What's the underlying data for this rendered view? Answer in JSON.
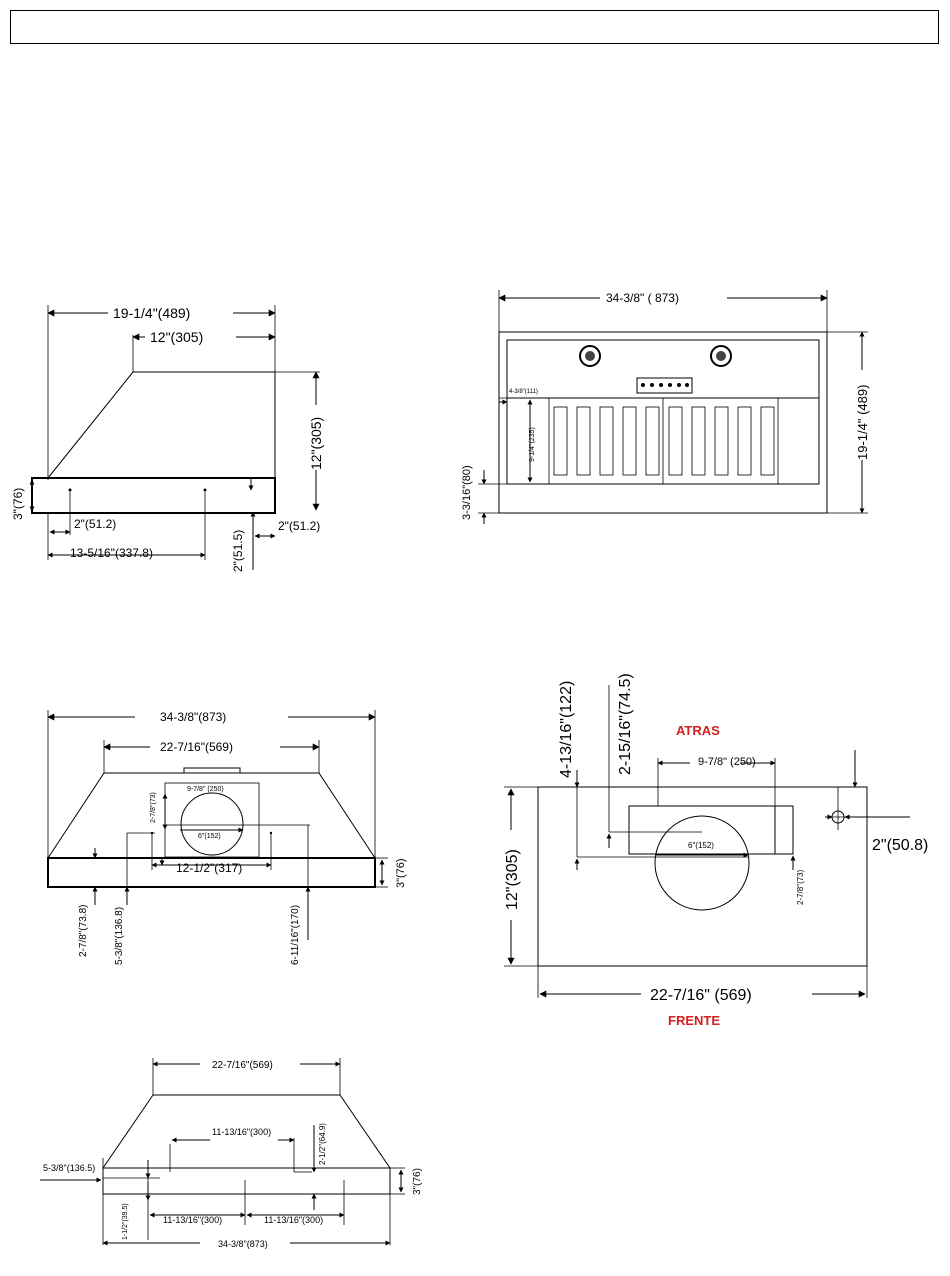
{
  "side_view": {
    "overall_depth": "19-1/4\"(489)",
    "top_depth": "12\"(305)",
    "height": "12\"(305)",
    "band_height": "3\"(76)",
    "front_offset": "2\"(51.2)",
    "rear_offset": "2\"(51.2)",
    "rear_down": "2\"(51.5)",
    "hole_span": "13-5/16\"(337.8)"
  },
  "front_view": {
    "overall_width": "34-3/8\" ( 873)",
    "overall_height": "19-1/4\" (489)",
    "inset": "4-3/8\"(111)",
    "filter_height": "9-1/4\"(235)",
    "bottom_gap": "3-3/16\"(80)"
  },
  "top_view": {
    "overall_width": "34-3/8\"(873)",
    "top_width": "22-7/16\"(569)",
    "duct_width": "9-7/8\" (250)",
    "duct_offset": "2-7/8\"(73)",
    "duct_diameter": "6\"(152)",
    "hole_span": "12-1/2\"(317)",
    "band_height": "3\"(76)",
    "left_offset": "2-7/8\"(73.8)",
    "left_hole": "5-3/8\"(136.8)",
    "right_hole": "6-11/16\"(170)"
  },
  "plan_view": {
    "label_back": "ATRAS",
    "label_front": "FRENTE",
    "dim_a": "4-13/16\"(122)",
    "dim_b": "2-15/16\"(74.5)",
    "duct_width": "9-7/8\" (250)",
    "duct_diameter": "6\"(152)",
    "duct_offset": "2-7/8\"(73)",
    "side_offset": "2\"(50.8)",
    "depth": "12\"(305)",
    "width": "22-7/16\" (569)"
  },
  "bottom_view": {
    "top_width": "22-7/16\"(569)",
    "mid_span": "11-13/16\"(300)",
    "small_offset": "2-1/2\"(64.9)",
    "left_offset": "5-3/8\"(136.5)",
    "band_height": "3\"(76)",
    "small_rise": "1-1/2\"(39.5)",
    "span_left": "11-13/16\"(300)",
    "span_right": "11-13/16\"(300)",
    "overall_width": "34-3/8\"(873)"
  }
}
